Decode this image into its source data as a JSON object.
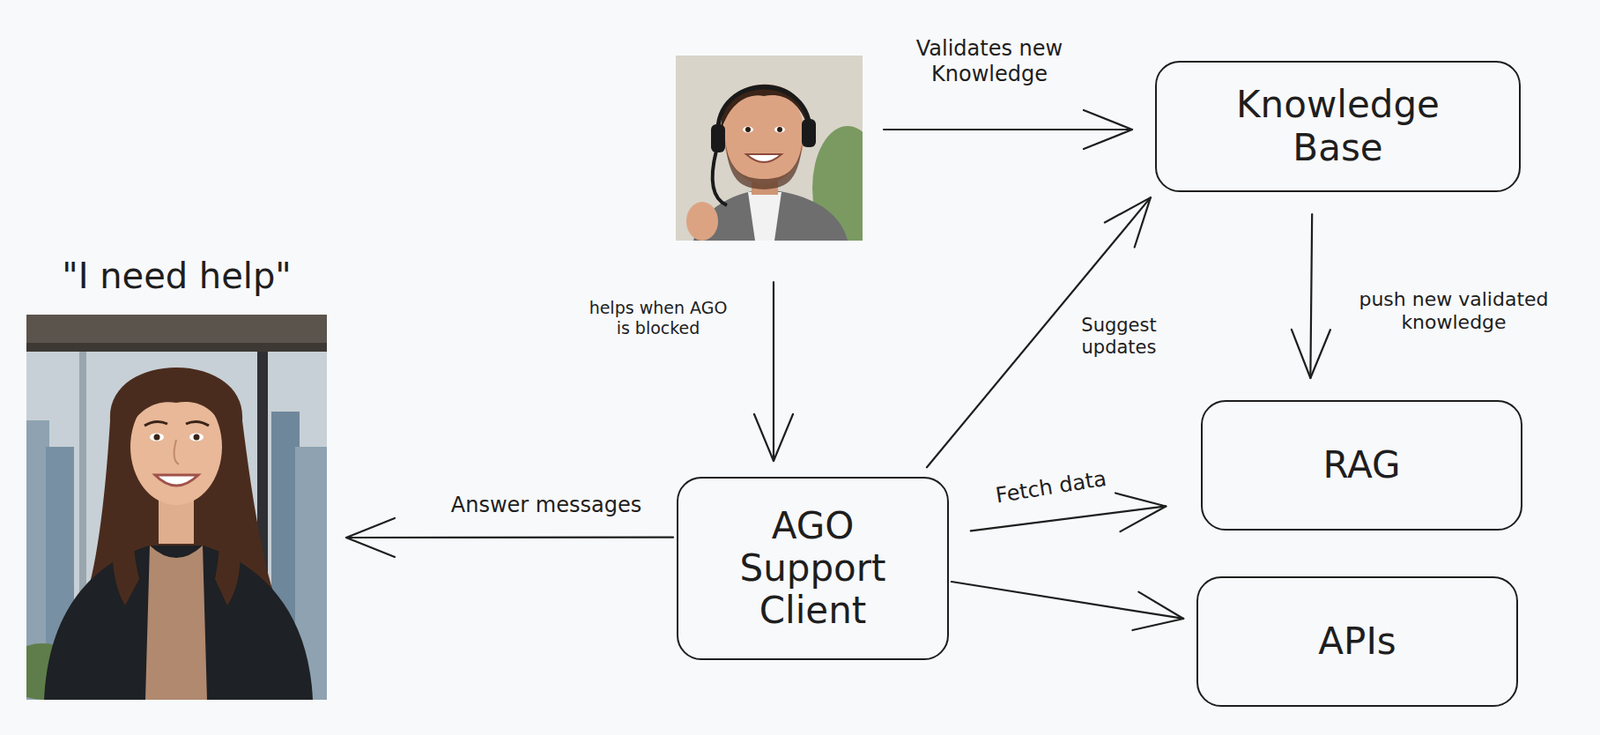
{
  "diagram": {
    "nodes": [
      {
        "text": [
          "Knowledge Base"
        ]
      },
      {
        "text": [
          "\"I need help\""
        ]
      },
      {
        "text": [
          "AGO Support Client"
        ]
      },
      {
        "text": [
          "RAG"
        ]
      },
      {
        "text": [
          "APIs"
        ]
      }
    ],
    "edges": [
      {
        "from": 2,
        "to": 1,
        "label": "Answer messages",
        "arrow": "to"
      },
      {
        "from": 2,
        "to": 0,
        "label": "Suggest updates",
        "arrow": "to"
      },
      {
        "from": 0,
        "to": 3,
        "label": "push new validated knowledge",
        "arrow": "to"
      },
      {
        "from": 2,
        "to": 3,
        "label": "Fetch data",
        "arrow": "to"
      },
      {
        "from": 2,
        "to": 4,
        "arrow": "to"
      }
    ],
    "labels": [
      "Validates new Knowledge",
      "helps when AGO is blocked"
    ]
  }
}
